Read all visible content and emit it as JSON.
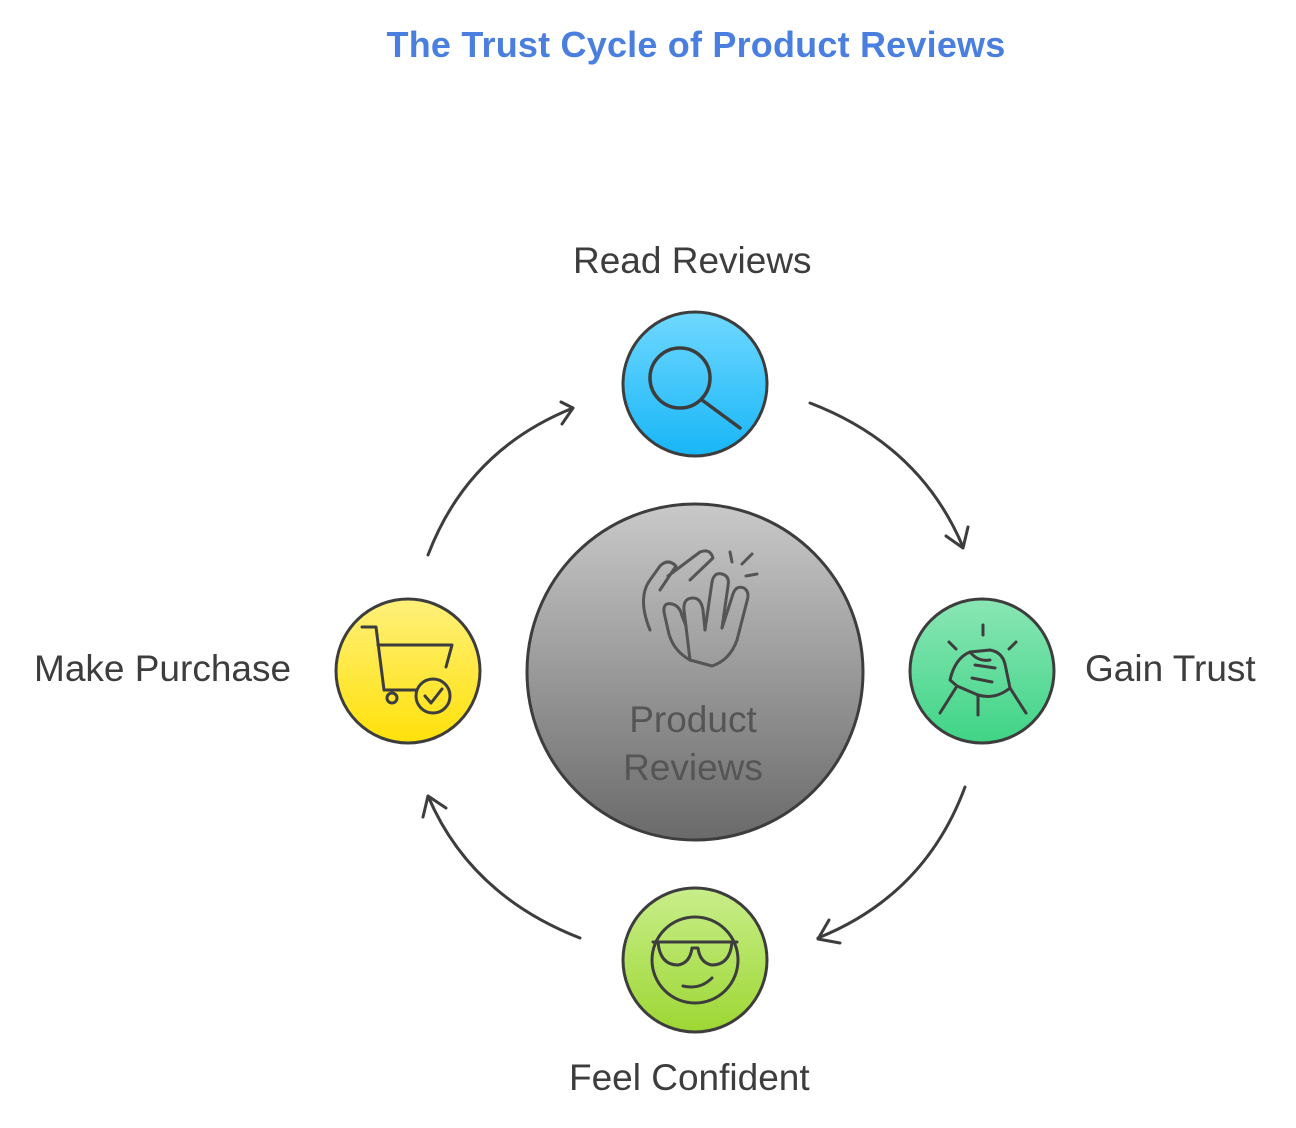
{
  "title": "The Trust Cycle of Product Reviews",
  "center": {
    "line1": "Product",
    "line2": "Reviews",
    "icon": "clapping-hands-icon"
  },
  "steps": [
    {
      "label": "Read Reviews",
      "icon": "magnifier-icon",
      "color": "#29c0ff"
    },
    {
      "label": "Gain Trust",
      "icon": "handshake-icon",
      "color": "#4fd88f"
    },
    {
      "label": "Feel Confident",
      "icon": "sunglasses-face-icon",
      "color": "#a8dd4c"
    },
    {
      "label": "Make Purchase",
      "icon": "shopping-cart-check-icon",
      "color": "#ffe322"
    }
  ],
  "colors": {
    "title": "#4a7fe0",
    "stroke": "#3d3d3d",
    "center_fill_top": "#c4c4c4",
    "center_fill_bottom": "#6b6b6b"
  }
}
